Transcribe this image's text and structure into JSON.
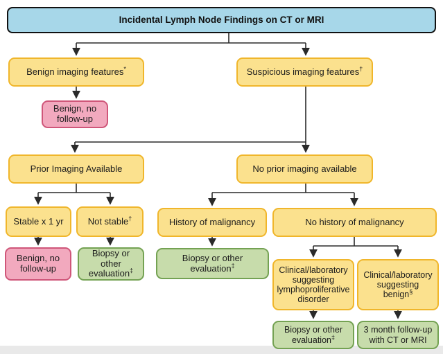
{
  "figure": {
    "title": "Incidental Lymph Node Findings on CT or MRI"
  },
  "colors": {
    "title_fill": "#A7D7E9",
    "title_border": "#111111",
    "decision_fill": "#FBE18E",
    "decision_border": "#F0B62B",
    "benign_outcome_fill": "#F2A9BE",
    "benign_outcome_border": "#CF5679",
    "action_outcome_fill": "#C7DCAB",
    "action_outcome_border": "#74A253",
    "connector_line": "#2a2a2a",
    "page_strip": "#E9E9E9"
  },
  "nodes": {
    "benign_features": {
      "label": "Benign imaging features",
      "sup": "*"
    },
    "suspicious_features": {
      "label": "Suspicious imaging features",
      "sup": "†"
    },
    "benign_no_followup_top": {
      "label": "Benign, no follow-up"
    },
    "prior_imaging": {
      "label": "Prior Imaging Available"
    },
    "no_prior_imaging": {
      "label": "No prior imaging available"
    },
    "stable": {
      "label": "Stable x 1 yr"
    },
    "not_stable": {
      "label": "Not stable",
      "sup": "†"
    },
    "benign_no_followup_left": {
      "label": "Benign, no follow-up"
    },
    "biopsy_left": {
      "label": "Biopsy or other evaluation",
      "sup": "‡"
    },
    "history_malignancy": {
      "label": "History of malignancy"
    },
    "no_history_malignancy": {
      "label": "No history of malignancy"
    },
    "biopsy_mid": {
      "label": "Biopsy or other evaluation",
      "sup": "‡"
    },
    "clinical_lymphoproliferative": {
      "label": "Clinical/laboratory suggesting lymphoproliferative disorder"
    },
    "clinical_benign": {
      "label": "Clinical/laboratory suggesting benign",
      "sup": "§"
    },
    "biopsy_right": {
      "label": "Biopsy or other evaluation",
      "sup": "‡"
    },
    "followup_3month": {
      "label": "3 month follow-up with CT or MRI"
    }
  }
}
